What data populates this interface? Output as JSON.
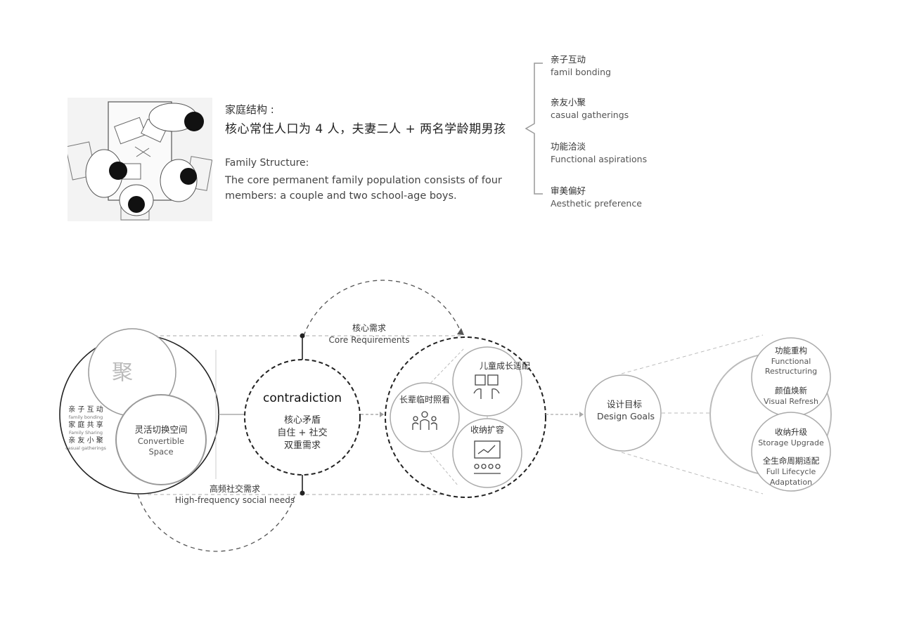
{
  "family": {
    "zh_label": "家庭结构 :",
    "zh_text": "核心常住人口为 4 人，夫妻二人 + 两名学龄期男孩",
    "en_label": "Family Structure:",
    "en_text": "The core permanent family population consists of four members: a couple and two school-age boys."
  },
  "requirements": [
    {
      "zh": "亲子互动",
      "en": "famil bonding"
    },
    {
      "zh": "亲友小聚",
      "en": "casual gatherings"
    },
    {
      "zh": "功能洽淡",
      "en": "Functional aspirations"
    },
    {
      "zh": "审美偏好",
      "en": "Aesthetic preference"
    }
  ],
  "left_cluster": {
    "gather_char": "聚",
    "side_list": [
      {
        "zh": "亲 子 互 动",
        "en": "family bonding"
      },
      {
        "zh": "家 庭 共 享",
        "en": "Family Sharing"
      },
      {
        "zh": "亲 友 小 聚",
        "en": "casual gatherings"
      }
    ],
    "convertible_zh": "灵活切换空间",
    "convertible_en_1": "Convertible",
    "convertible_en_2": "Space"
  },
  "core_requirements": {
    "zh": "核心需求",
    "en": "Core Requirements"
  },
  "social_needs": {
    "zh": "高频社交需求",
    "en": "High-frequency social needs"
  },
  "contradiction": {
    "en": "contradiction",
    "zh_1": "核心矛盾",
    "zh_2": "自住 + 社交",
    "zh_3": "双重需求"
  },
  "needs_cluster": {
    "elder_care": "长辈临时照看",
    "child_growth": "儿童成长适配",
    "storage_expand": "收纳扩容"
  },
  "design_goals": {
    "zh": "设计目标",
    "en": "Design Goals"
  },
  "goals": {
    "g1_zh": "功能重构",
    "g1_en_1": "Functional",
    "g1_en_2": "Restructuring",
    "g2_zh": "颜值焕新",
    "g2_en": "Visual Refresh",
    "g3_zh": "收纳升级",
    "g3_en": "Storage Upgrade",
    "g4_zh": "全生命周期适配",
    "g4_en_1": "Full Lifecycle",
    "g4_en_2": "Adaptation"
  },
  "colors": {
    "line_gray": "#aaaaaa",
    "dark": "#222222",
    "circle_gray": "#b3b3b3"
  }
}
